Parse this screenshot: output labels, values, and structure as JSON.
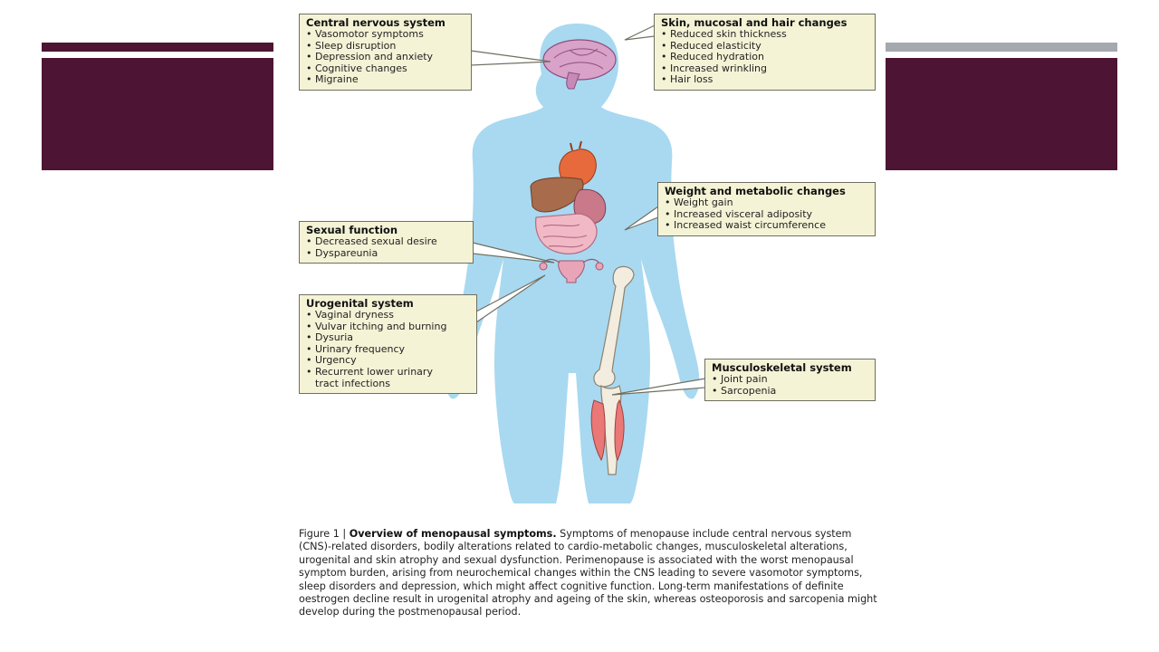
{
  "colors": {
    "accent_dark": "#4e1433",
    "accent_gray": "#a3a9ae",
    "body_fill": "#a8d9f0",
    "callout_bg": "#f5f3d6"
  },
  "callouts": {
    "cns": {
      "title": "Central nervous system",
      "items": [
        "Vasomotor symptoms",
        "Sleep disruption",
        "Depression and anxiety",
        "Cognitive changes",
        "Migraine"
      ]
    },
    "skin": {
      "title": "Skin, mucosal and hair changes",
      "items": [
        "Reduced skin thickness",
        "Reduced elasticity",
        "Reduced hydration",
        "Increased wrinkling",
        "Hair loss"
      ]
    },
    "weight": {
      "title": "Weight and metabolic changes",
      "items": [
        "Weight gain",
        "Increased visceral adiposity",
        "Increased waist circumference"
      ]
    },
    "sexual": {
      "title": "Sexual function",
      "items": [
        "Decreased sexual desire",
        "Dyspareunia"
      ]
    },
    "urogenital": {
      "title": "Urogenital system",
      "items": [
        "Vaginal dryness",
        "Vulvar itching and burning",
        "Dysuria",
        "Urinary frequency",
        "Urgency",
        "Recurrent lower urinary"
      ],
      "continuation": "tract infections"
    },
    "musculo": {
      "title": "Musculoskeletal system",
      "items": [
        "Joint pain",
        "Sarcopenia"
      ]
    }
  },
  "caption": {
    "label": "Figure 1 |",
    "title": "Overview of menopausal symptoms.",
    "text": "Symptoms of menopause include central nervous system (CNS)-related disorders, bodily alterations related to cardio-metabolic changes, musculoskeletal alterations, urogenital and skin atrophy and sexual dysfunction. Perimenopause is associated with the worst menopausal symptom burden, arising from neurochemical changes within the CNS leading to severe vasomotor symptoms, sleep disorders and depression, which might affect cognitive function. Long-term manifestations of definite oestrogen decline result in urogenital atrophy and ageing of the skin, whereas osteoporosis and sarcopenia might develop during the postmenopausal period."
  }
}
